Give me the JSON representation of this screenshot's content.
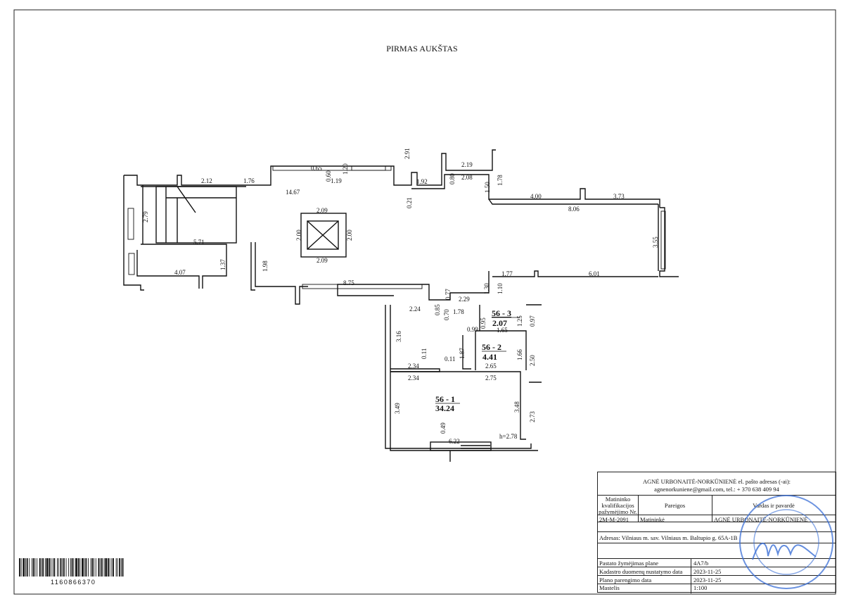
{
  "plan_title": "PIRMAS AUKŠTAS",
  "rooms": [
    {
      "id": "56 - 3",
      "area": "2.07"
    },
    {
      "id": "56 - 2",
      "area": "4.41"
    },
    {
      "id": "56 - 1",
      "area": "34.24"
    }
  ],
  "height_note": "h=2.78",
  "dimensions": [
    "2.12",
    "1.76",
    "0.65",
    "0.60",
    "1.20",
    "1.19",
    "14.67",
    "2.91",
    "1.92",
    "0.21",
    "2.19",
    "2.08",
    "0.80",
    "1.50",
    "1.78",
    "4.00",
    "3.73",
    "8.06",
    "2.79",
    "2.09",
    "2.00",
    "2.00",
    "2.09",
    "3.55",
    "5.71",
    "1.37",
    "4.07",
    "1.98",
    "8.75",
    "1.77",
    "6.01",
    "1.30",
    "1.10",
    "0.77",
    "2.29",
    "2.24",
    "0.85",
    "0.70",
    "1.78",
    "0.95",
    "1.25",
    "0.97",
    "0.99",
    "1.65",
    "3.16",
    "0.11",
    "1.87",
    "0.11",
    "2.34",
    "2.65",
    "1.66",
    "2.50",
    "2.34",
    "2.75",
    "3.49",
    "3.48",
    "2.73",
    "0.49",
    "6.22"
  ],
  "title_block": {
    "author_line": "AGNĖ URBONAITĖ-NORKŪNIENĖ el. pašto adresas (-ai):",
    "contact_line": "agnenorkuniene@gmail.com, tel.: + 370 638 409 94",
    "col_cert": "Matininko kvalifikacijos pažymėjimo Nr.",
    "col_position": "Pareigos",
    "col_name": "Vardas ir pavardė",
    "cert_no": "2M-M-2091",
    "position": "Matininkė",
    "name": "AGNĖ URBONAITĖ-NORKŪNIENĖ",
    "address": "Adresas: Vilniaus m. sav. Vilniaus m. Baltupio g. 65A-1B",
    "rows": [
      {
        "label": "Pastato žymėjimas plane",
        "value": "4A7/b"
      },
      {
        "label": "Kadastro duomenų nustatymo data",
        "value": "2023-11-25"
      },
      {
        "label": "Plano parengimo data",
        "value": "2023-11-25"
      },
      {
        "label": "Mastelis",
        "value": "1:100"
      }
    ]
  },
  "barcode_number": "1160866370"
}
